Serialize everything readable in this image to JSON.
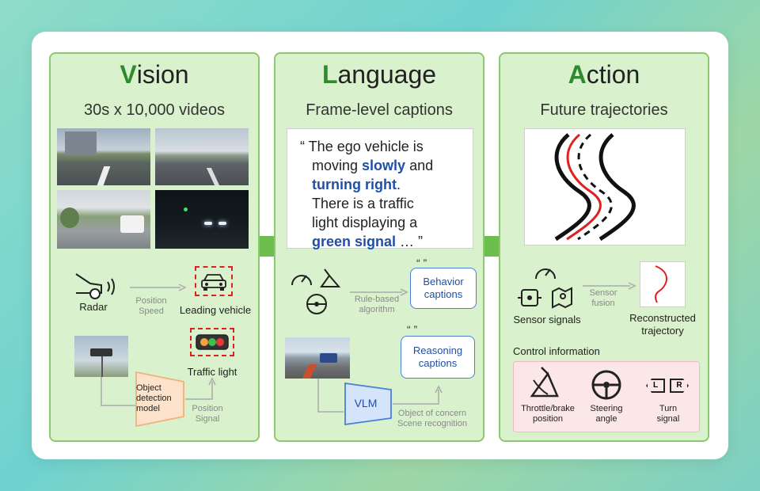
{
  "vision": {
    "title_first": "V",
    "title_rest": "ision",
    "subtitle": "30s x 10,000 videos",
    "radar_label": "Radar",
    "position_speed": [
      "Position",
      "Speed"
    ],
    "leading_vehicle": "Leading vehicle",
    "traffic_light": "Traffic light",
    "object_detection": [
      "Object",
      "detection",
      "model"
    ],
    "position_signal": [
      "Position",
      "Signal"
    ]
  },
  "language": {
    "title_first": "L",
    "title_rest": "anguage",
    "subtitle": "Frame-level captions",
    "caption": {
      "q_open": "“",
      "p1": "The ego vehicle is",
      "p2": "moving ",
      "h1": "slowly",
      "p3": " and",
      "h2": "turning right",
      "p4": ".",
      "p5": "There is a traffic",
      "p6": "light displaying a",
      "h3": "green signal",
      "p7": " …  ”"
    },
    "rule_based": [
      "Rule-based",
      "algorithm"
    ],
    "behavior_captions": [
      "Behavior",
      "captions"
    ],
    "reasoning_captions": [
      "Reasoning",
      "captions"
    ],
    "vlm": "VLM",
    "object_scene": [
      "Object of concern",
      "Scene recognition"
    ],
    "quote_marks": "“ ”"
  },
  "action": {
    "title_first": "A",
    "title_rest": "ction",
    "subtitle": "Future trajectories",
    "sensor_signals": "Sensor signals",
    "sensor_fusion": [
      "Sensor",
      "fusion"
    ],
    "reconstructed": [
      "Reconstructed",
      "trajectory"
    ],
    "control_info": "Control information",
    "throttle": [
      "Throttle/brake",
      "position"
    ],
    "steering": [
      "Steering",
      "angle"
    ],
    "turn": [
      "Turn",
      "signal"
    ],
    "turn_left": "L",
    "turn_right": "R"
  },
  "colors": {
    "accent_green": "#2e8b2e",
    "panel_bg": "#d9f1cc",
    "panel_border": "#8bc96f",
    "highlight_blue": "#1f4fa8",
    "alert_red": "#e02020",
    "box_orange": "#f3b07a"
  }
}
